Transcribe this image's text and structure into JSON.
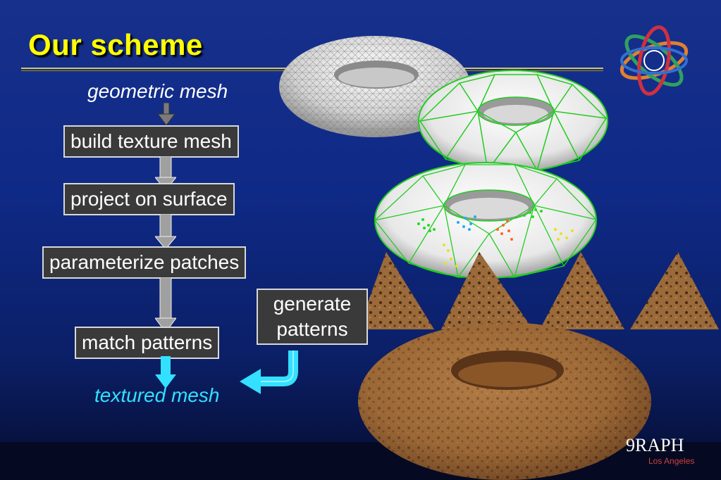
{
  "slide": {
    "title": "Our scheme",
    "input_label": "geometric mesh",
    "output_label": "textured mesh",
    "steps": [
      "build texture mesh",
      "project on surface",
      "parameterize patches",
      "match patterns"
    ],
    "side_step": "generate patterns",
    "side_step_lines": [
      "generate",
      "patterns"
    ],
    "corner_logo_text": "RAPH",
    "corner_logo_glyph": "9",
    "corner_logo_sub": "Los Angeles",
    "colors": {
      "title": "#ffff00",
      "input_label": "#ffffff",
      "output_label": "#33e0ff",
      "box_fill": "#3a3a3a",
      "arrow_gray": "#9a9a9a",
      "arrow_cyan": "#33e0ff",
      "rule": "#d8c84a"
    },
    "icons": [
      "siggraph-logo-icon",
      "gray-wireframe-torus",
      "green-mesh-torus",
      "pattern-torus",
      "texture-triangle",
      "textured-torus"
    ]
  }
}
